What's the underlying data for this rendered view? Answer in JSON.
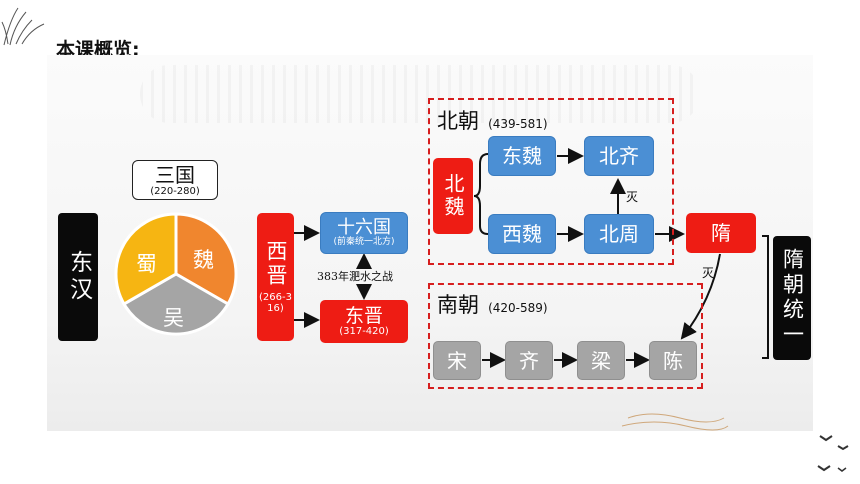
{
  "page_title": "本课概览:",
  "nodes": {
    "donghan": "东汉",
    "sanguo": "三国",
    "sanguo_years": "(220-280)",
    "shu": "蜀",
    "wei": "魏",
    "wu": "吴",
    "xijin": "西晋",
    "xijin_years": "(266-316)",
    "shiliuguo": "十六国",
    "shiliuguo_sub": "(前秦统一北方)",
    "battle": "383年淝水之战",
    "dongjin": "东晋",
    "dongjin_years": "(317-420)",
    "beichao": "北朝",
    "beichao_years": "(439-581)",
    "beiwei": "北魏",
    "dongwei": "东魏",
    "beiqi": "北齐",
    "xiwei": "西魏",
    "beizhou": "北周",
    "mie1": "灭",
    "sui": "隋",
    "mie2": "灭",
    "nanchao": "南朝",
    "nanchao_years": "(420-589)",
    "song": "宋",
    "qi": "齐",
    "liang": "梁",
    "chen": "陈",
    "sui_unify": "隋朝统一"
  },
  "colors": {
    "red": "#ee1c14",
    "blue": "#4b8fd4",
    "gray": "#a5a5a5",
    "black": "#0a0a0a",
    "pie_shu": "#f6b512",
    "pie_wei": "#f0862e",
    "pie_wu": "#a5a5a5"
  }
}
